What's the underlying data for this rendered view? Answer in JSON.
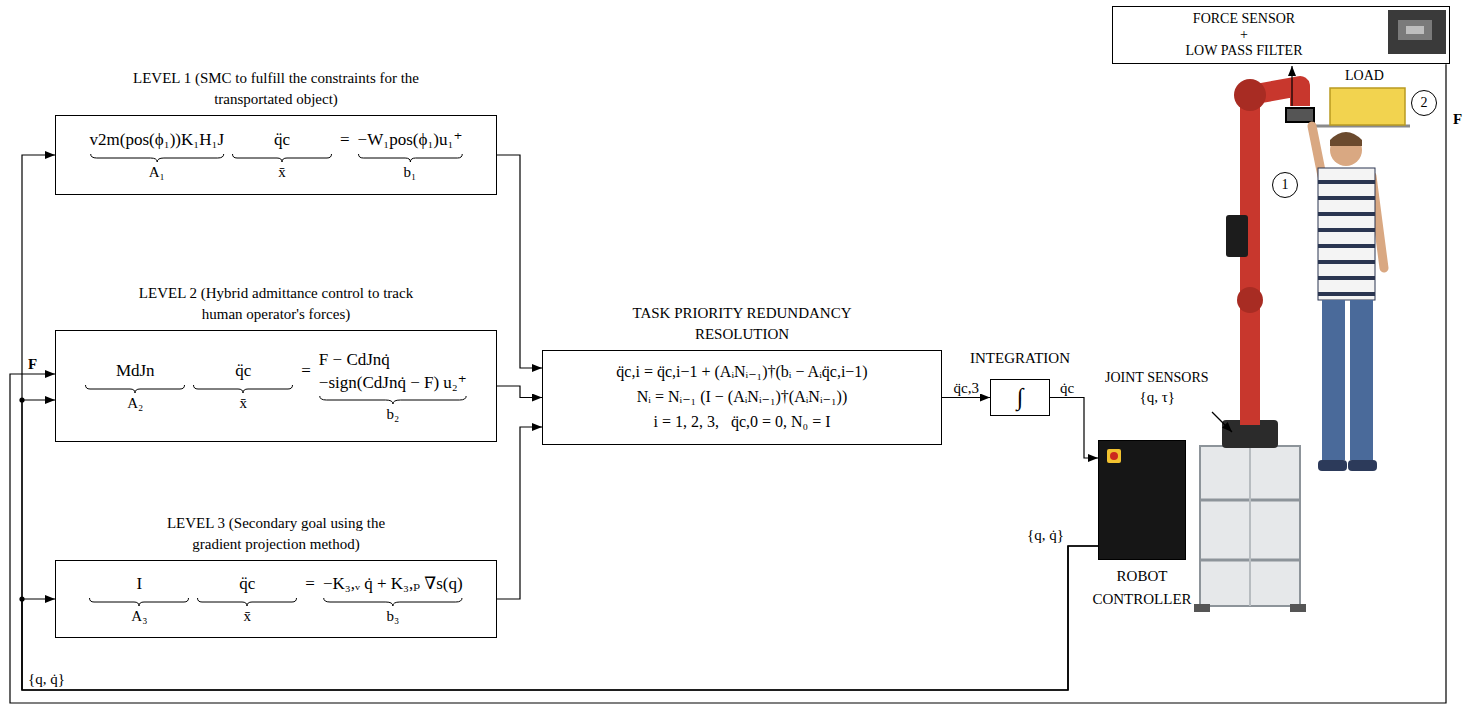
{
  "diagram": {
    "nodes": [
      {
        "text": [
          "LEVEL 1 (SMC to fulfill the constraints for the transportated object)",
          "v2m(pos(ϕ₁))K₁H₁J",
          "A₁",
          "q̈c",
          "x̄",
          "=",
          "−W₁pos(ϕ₁)u₁⁺",
          "b₁"
        ]
      },
      {
        "text": [
          "LEVEL 2 (Hybrid admittance control to track human operator's forces)",
          "MdJn",
          "A₂",
          "q̈c",
          "x̄",
          "=",
          "F − CdJnq̇",
          "−sign(CdJnq̇ − F) u₂⁺",
          "b₂"
        ]
      },
      {
        "text": [
          "LEVEL 3 (Secondary goal using the gradient projection method)",
          "I",
          "A₃",
          "q̈c",
          "x̄",
          "=",
          "−K₃,ᵥ q̇ + K₃,ₚ ∇s(q)",
          "b₃"
        ]
      },
      {
        "text": [
          "TASK PRIORITY REDUNDANCY RESOLUTION",
          "q̈c,i = q̈c,i−1 + (AᵢNᵢ₋₁)†(bᵢ − Aᵢq̈c,i−1)",
          "Nᵢ = Nᵢ₋₁ (I − (AᵢNᵢ₋₁)†(AᵢNᵢ₋₁))",
          "i = 1, 2, 3,   q̈c,0 = 0, N₀ = I"
        ]
      },
      {
        "text": [
          "∫"
        ]
      },
      {
        "text": [
          "ROBOT CONTROLLER"
        ]
      },
      {
        "text": [
          "FORCE SENSOR",
          "+",
          "LOW PASS FILTER"
        ]
      },
      {
        "text": [
          "1"
        ]
      },
      {
        "text": [
          "2"
        ]
      }
    ],
    "edges": [
      {
        "from": 0,
        "to": 3,
        "arrow": "to"
      },
      {
        "from": 1,
        "to": 3,
        "arrow": "to"
      },
      {
        "from": 2,
        "to": 3,
        "arrow": "to"
      },
      {
        "from": 3,
        "to": 4,
        "label": "q̈c,3",
        "arrow": "to"
      },
      {
        "from": 4,
        "to": 5,
        "label": "q̇c",
        "arrow": "to"
      },
      {
        "from": 5,
        "to": 0,
        "arrow": "to"
      },
      {
        "from": 5,
        "to": 1,
        "arrow": "to"
      },
      {
        "from": 5,
        "to": 2,
        "arrow": "to"
      },
      {
        "from": 6,
        "to": 1,
        "arrow": "to"
      }
    ],
    "labels": [
      "INTEGRATION",
      "JOINT SENSORS",
      "{q, τ}",
      "LOAD",
      "F",
      "F",
      "{q, q̇}",
      "{q, q̇}"
    ]
  }
}
